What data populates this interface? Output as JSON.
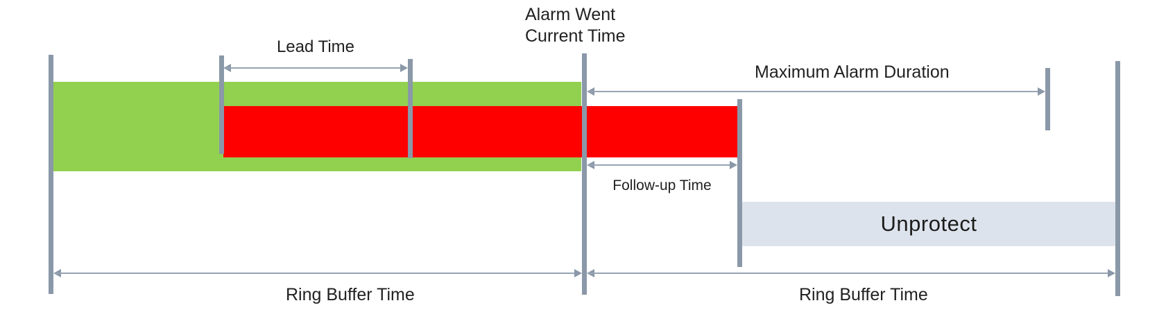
{
  "diagram": {
    "alarm_marker": {
      "line1": "Alarm Went",
      "line2": "Current Time"
    },
    "labels": {
      "lead_time": "Lead Time",
      "max_alarm_duration": "Maximum Alarm Duration",
      "follow_up_time": "Follow-up Time",
      "unprotect": "Unprotect",
      "ring_buffer_left": "Ring Buffer Time",
      "ring_buffer_right": "Ring Buffer Time"
    },
    "colors": {
      "bar-green": "#92d050",
      "bar-red": "#ff0000",
      "bar-unprotect": "#dde3ec",
      "marker": "#8a98a8",
      "shaft": "#96a4b3",
      "text": "#212121"
    }
  }
}
